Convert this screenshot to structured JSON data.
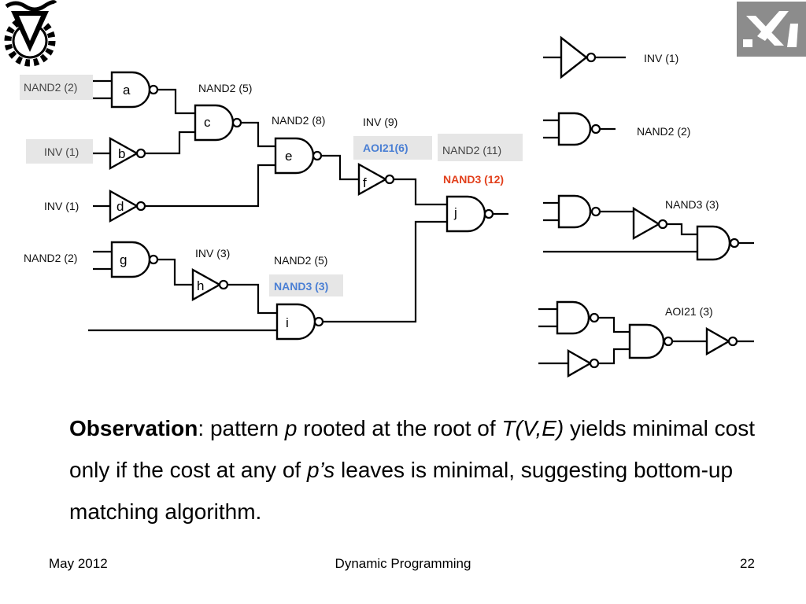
{
  "slide": {
    "observation": {
      "lead": "Observation",
      "t1": ": pattern ",
      "p1": "p",
      "t2": " rooted at the root of ",
      "tve": "T(V,E)",
      "t3": " yields minimal cost only if the cost at any of ",
      "ps": "p’s",
      "t4": " leaves is minimal, suggesting bottom-up matching algorithm."
    },
    "footer": {
      "left": "May 2012",
      "center": "Dynamic Programming",
      "right": "22"
    }
  },
  "diagram": {
    "gates": {
      "a": "a",
      "b": "b",
      "c": "c",
      "d": "d",
      "e": "e",
      "f": "f",
      "g": "g",
      "h": "h",
      "i": "i",
      "j": "j"
    },
    "costs": {
      "a_box": "NAND2 (2)",
      "b_box": "INV (1)",
      "d": "INV (1)",
      "g": "NAND2 (2)",
      "c": "NAND2 (5)",
      "e": "NAND2 (8)",
      "h": "INV (3)",
      "i": "NAND2 (5)",
      "i_alt": "NAND3 (3)",
      "f": "INV (9)",
      "f_alt": "AOI21(6)",
      "j_box": "NAND2 (11)",
      "j_best": "NAND3 (12)"
    },
    "library": {
      "inv": "INV (1)",
      "nand2": "NAND2 (2)",
      "nand3": "NAND3 (3)",
      "aoi21": "AOI21 (3)"
    },
    "colors": {
      "box_bg": "#e6e6e6",
      "highlight_blue": "#4a7fd4",
      "highlight_red": "#e2401c",
      "logo_gray": "#8c8c8c"
    },
    "icons": [
      "technion-logo-icon",
      "cs-logo-icon"
    ]
  }
}
